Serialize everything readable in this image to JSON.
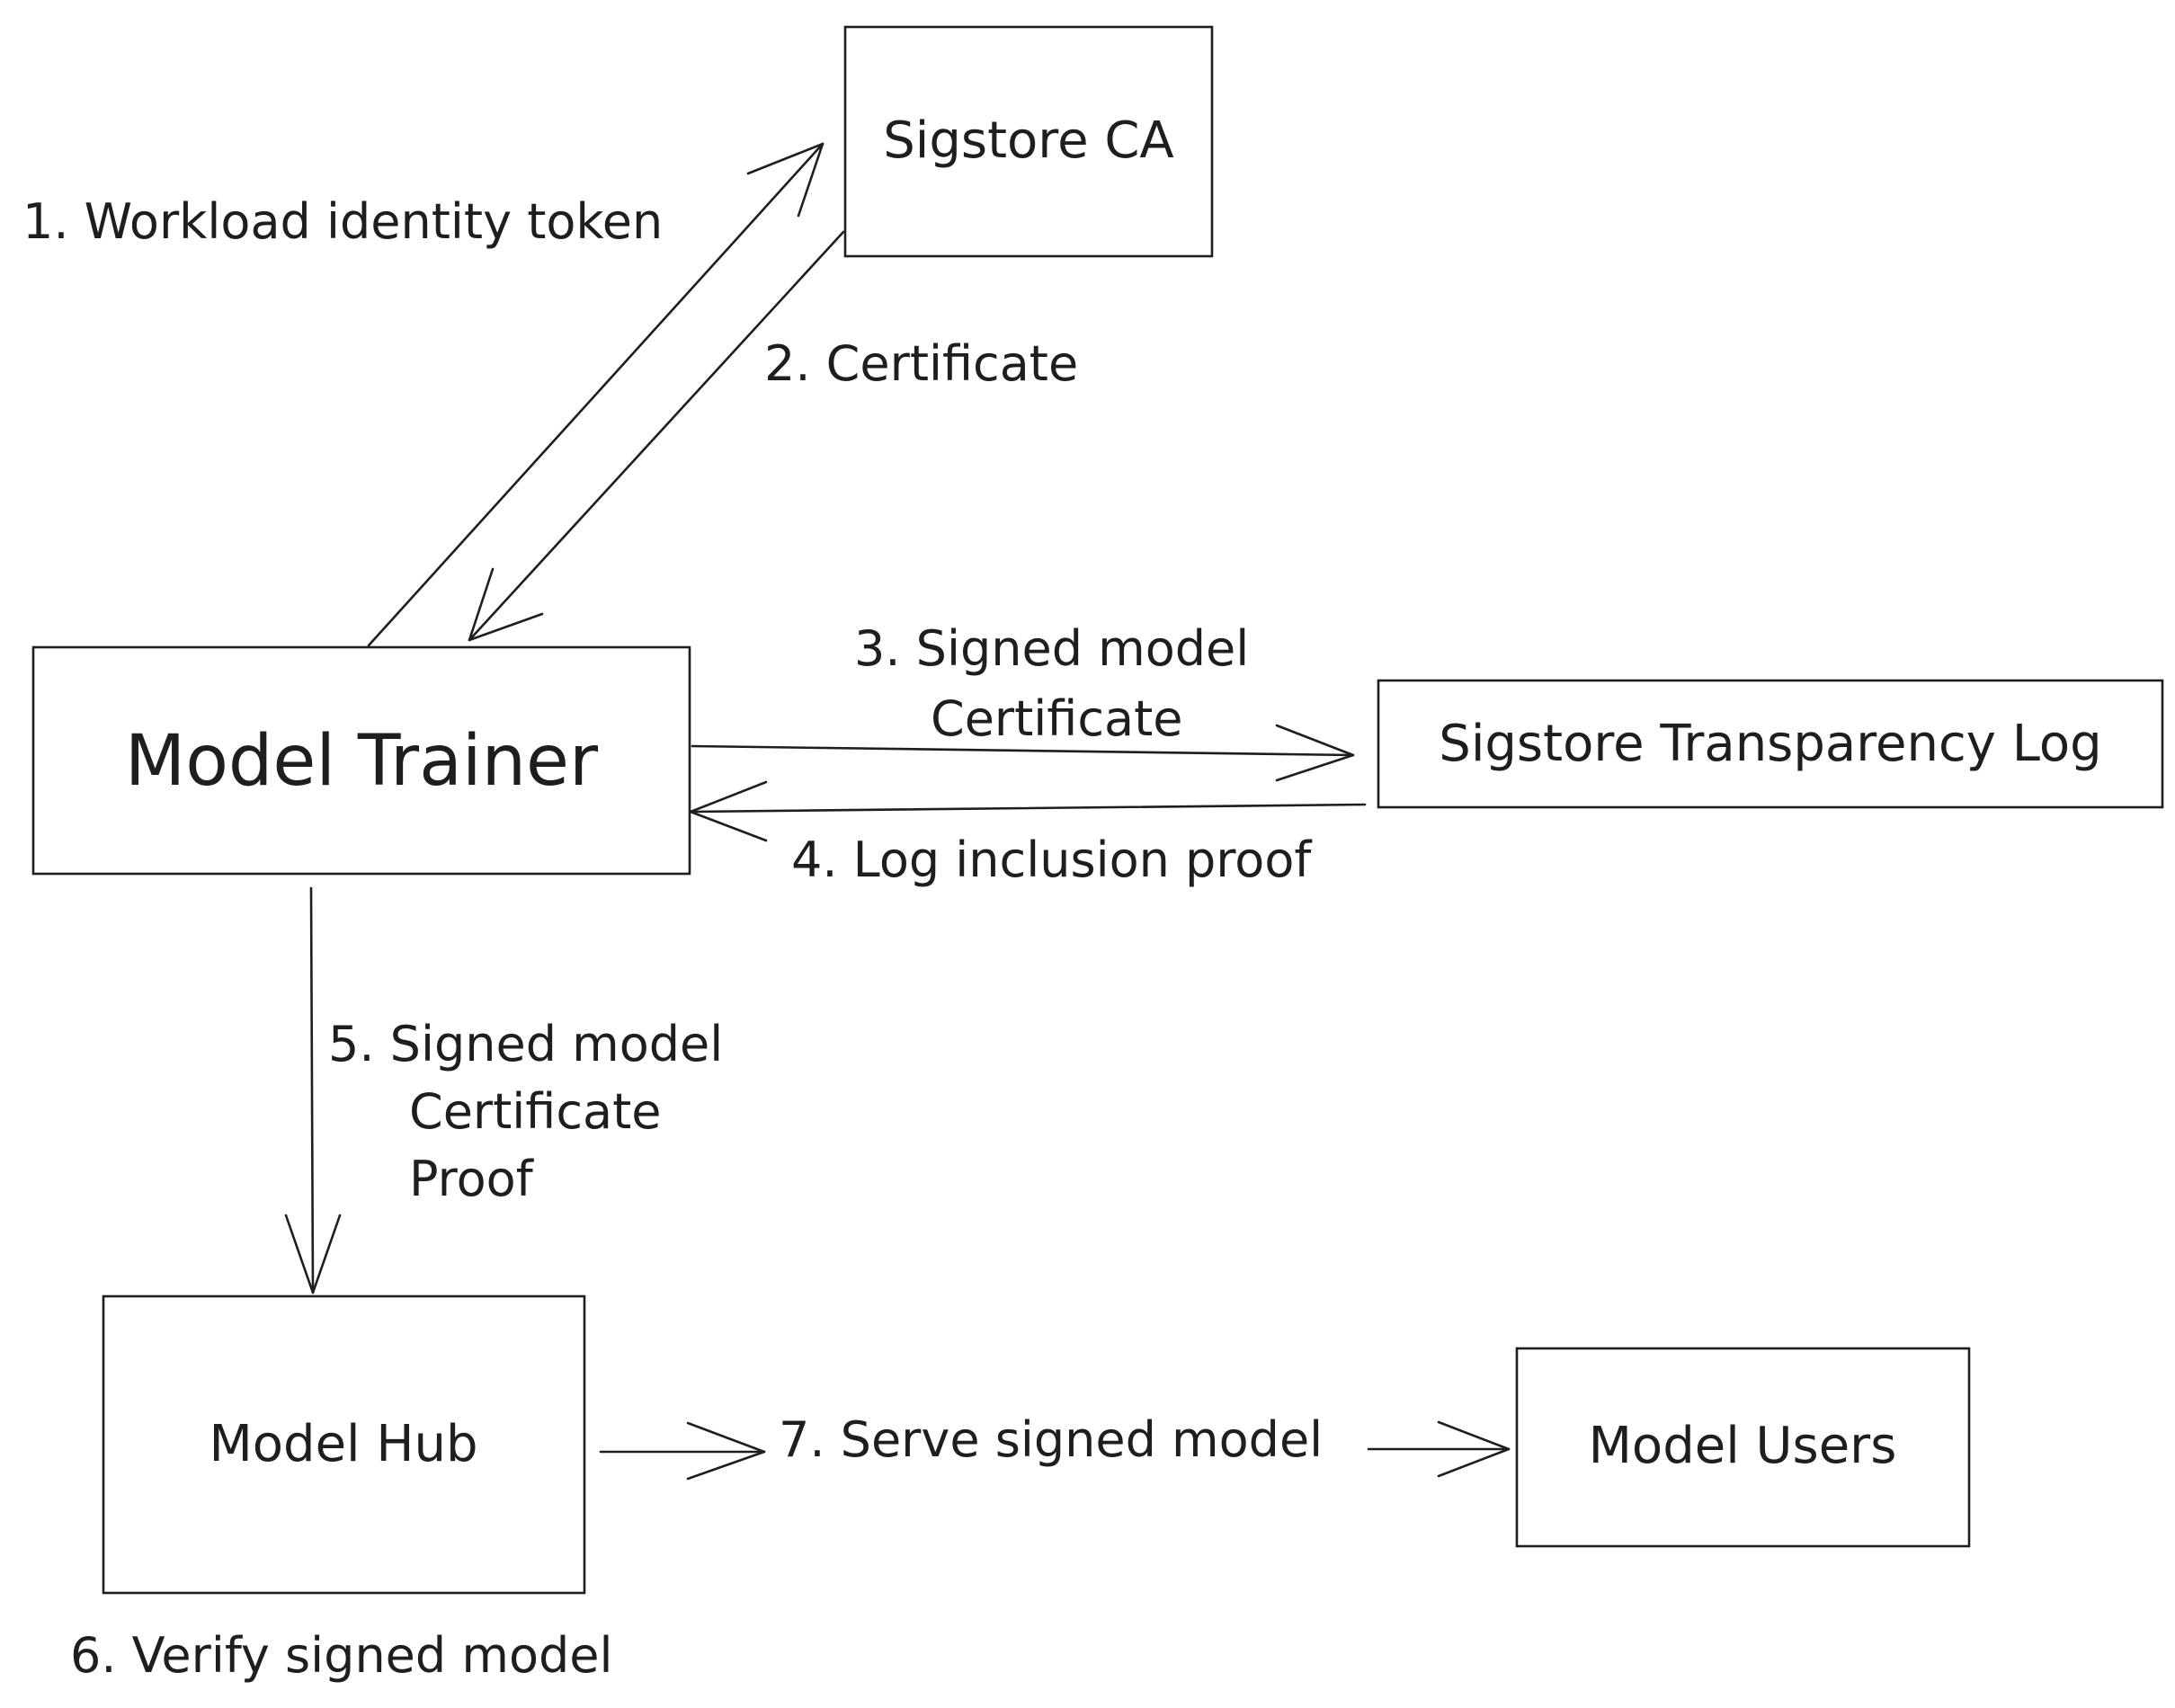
{
  "nodes": {
    "sigstore_ca": "Sigstore CA",
    "model_trainer": "Model Trainer",
    "transparency_log": "Sigstore Transparency Log",
    "model_hub": "Model Hub",
    "model_users": "Model Users"
  },
  "edges": {
    "step1": "1. Workload identity token",
    "step2": "2. Certificate",
    "step3_line1": "3. Signed model",
    "step3_line2": "Certificate",
    "step4": "4. Log inclusion proof",
    "step5_line1": "5. Signed model",
    "step5_line2": "Certificate",
    "step5_line3": "Proof",
    "step6": "6. Verify signed model",
    "step7": "7. Serve signed model"
  },
  "colors": {
    "stroke": "#1e1e1e",
    "background": "#ffffff"
  }
}
